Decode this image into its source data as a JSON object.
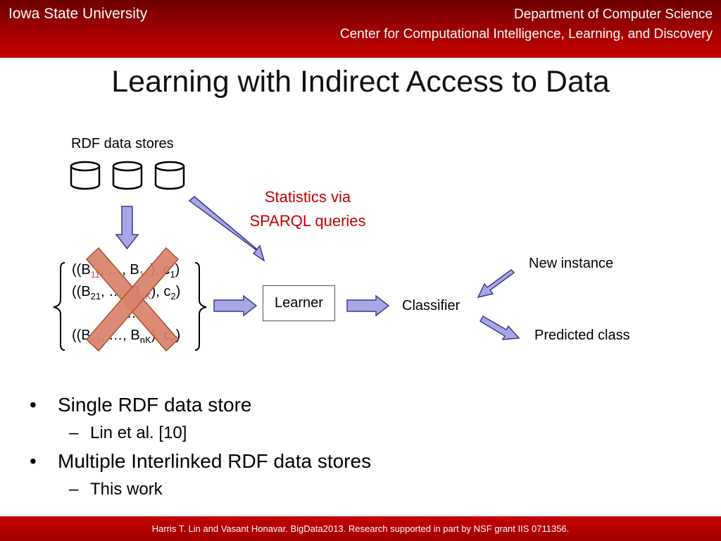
{
  "header": {
    "university": "Iowa State University",
    "department": "Department of Computer Science",
    "center": "Center for Computational Intelligence, Learning, and Discovery"
  },
  "slide": {
    "title": "Learning with Indirect Access to Data"
  },
  "diagram": {
    "rdf_label": "RDF data stores",
    "stats_line1": "Statistics via",
    "stats_line2": "SPARQL queries",
    "learner": "Learner",
    "classifier": "Classifier",
    "new_instance": "New instance",
    "predicted_class": "Predicted class",
    "tuple_ellipsis": "…",
    "cross_color": "#d9826a",
    "arrow_fill": "#a9a6e6",
    "arrow_stroke": "#3c3a8a"
  },
  "bullets": [
    {
      "text": "Single RDF data store",
      "sub": "Lin et al. [10]"
    },
    {
      "text": "Multiple Interlinked RDF data stores",
      "sub": "This work"
    }
  ],
  "footer": {
    "text": "Harris T. Lin and Vasant Honavar. BigData2013. Research supported in part by NSF grant  IIS  0711356."
  }
}
